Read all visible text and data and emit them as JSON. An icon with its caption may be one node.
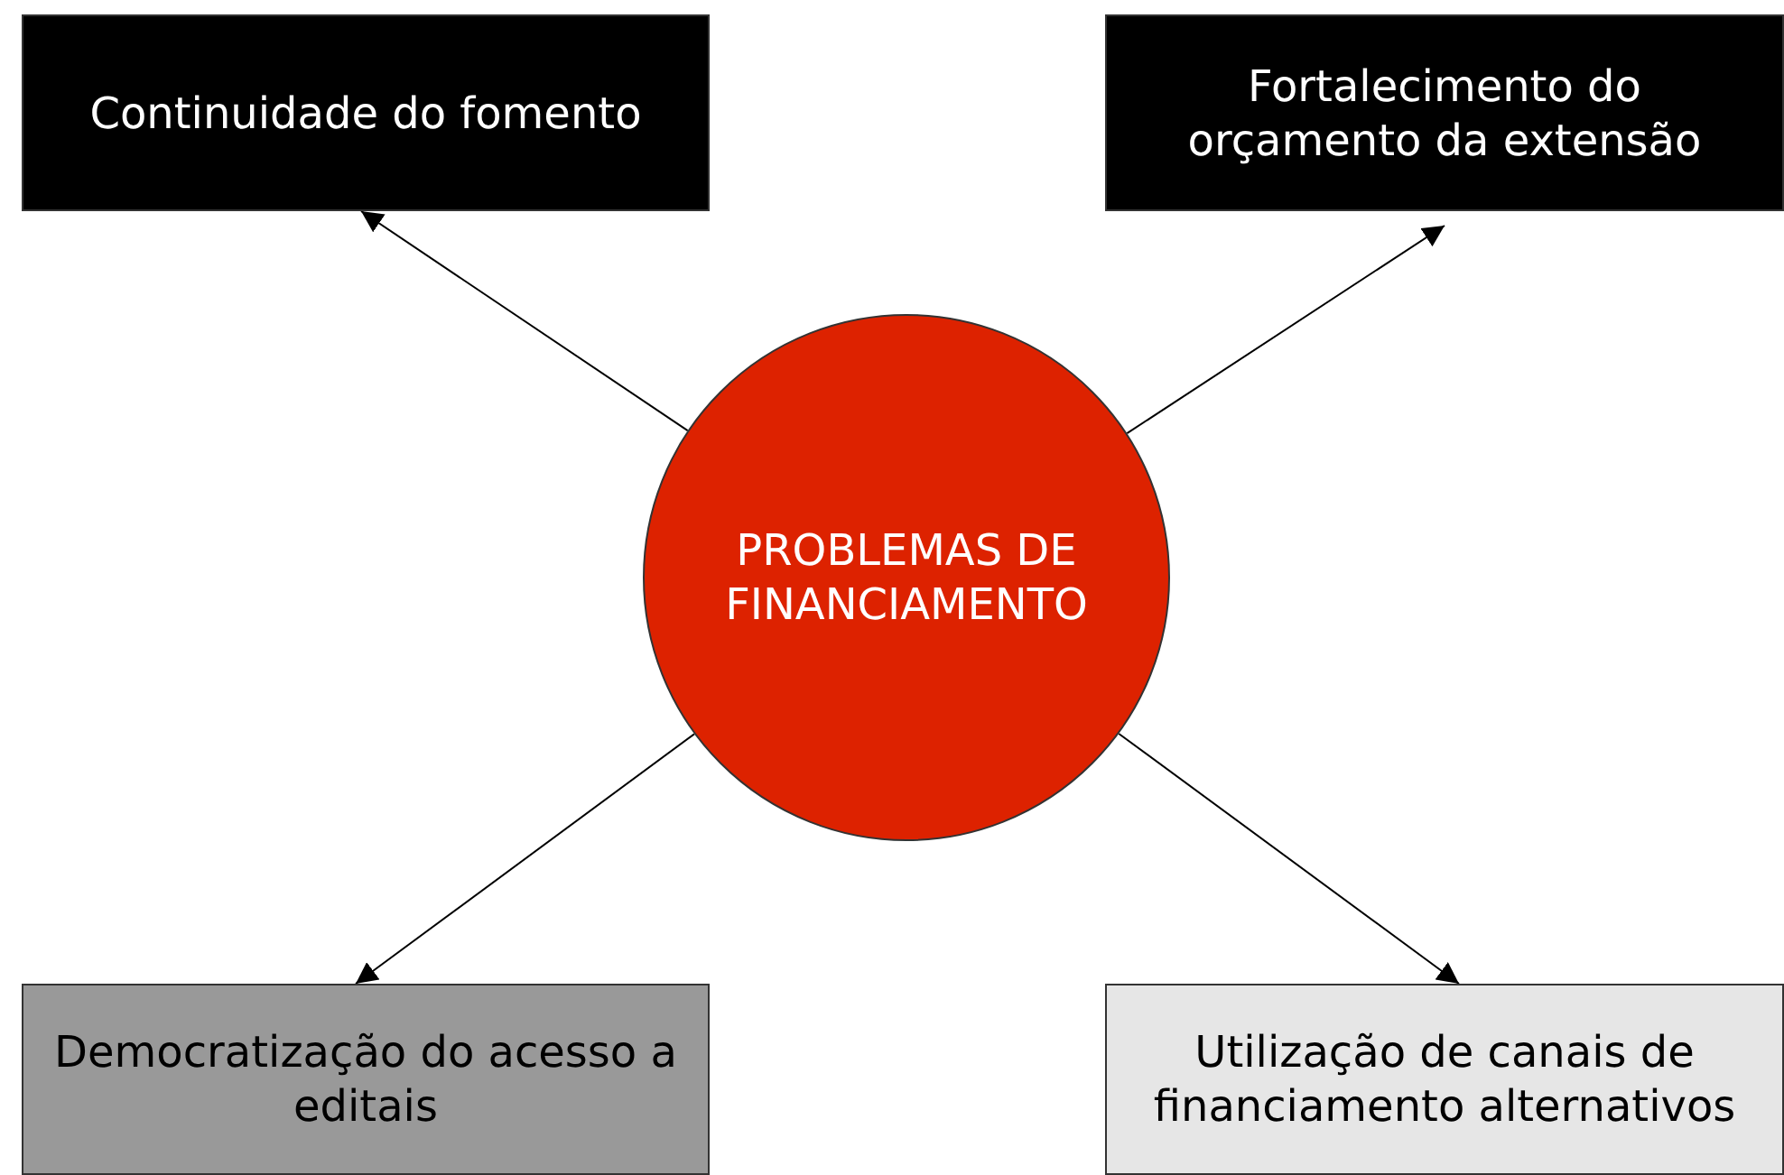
{
  "diagram": {
    "nodes": [
      {
        "text": [
          "PROBLEMAS DE FINANCIAMENTO"
        ]
      },
      {
        "text": [
          "Continuidade do fomento"
        ]
      },
      {
        "text": [
          "Fortalecimento do orçamento da extensão"
        ]
      },
      {
        "text": [
          "Democratização do acesso a editais"
        ]
      },
      {
        "text": [
          "Utilização de canais de financiamento alternativos"
        ]
      }
    ],
    "edges": [
      {
        "from": 0,
        "to": 1,
        "arrow": "to"
      },
      {
        "from": 0,
        "to": 2,
        "arrow": "to"
      },
      {
        "from": 0,
        "to": 3,
        "arrow": "to"
      },
      {
        "from": 0,
        "to": 4,
        "arrow": "to"
      }
    ]
  }
}
